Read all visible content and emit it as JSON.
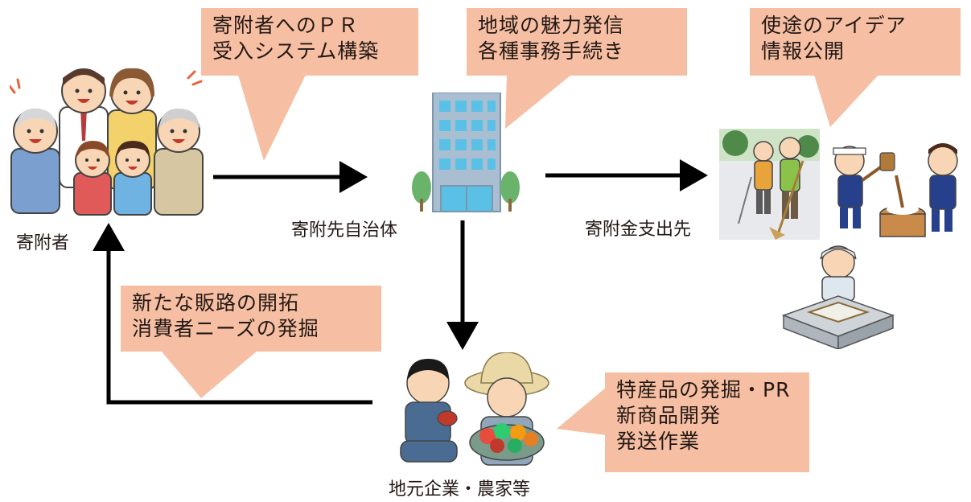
{
  "nodes": {
    "donor": "寄附者",
    "municipality": "寄附先自治体",
    "recipient": "寄附金支出先",
    "local_business": "地元企業・農家等"
  },
  "callouts": {
    "donor_pr": [
      "寄附者へのＰＲ",
      "受入システム構築"
    ],
    "municipality_work": [
      "地域の魅力発信",
      "各種事務手続き"
    ],
    "recipient_use": [
      "使途のアイデア",
      "情報公開"
    ],
    "sales": [
      "新たな販路の開拓",
      "消費者ニーズの発掘"
    ],
    "products": [
      "特産品の発掘・PR",
      "新商品開発",
      "発送作業"
    ]
  },
  "colors": {
    "callout_fill": "#f6bfa3",
    "arrow": "#000000",
    "building": "#a9bfd1",
    "window": "#5bc0e6",
    "tree": "#6ab36b"
  }
}
